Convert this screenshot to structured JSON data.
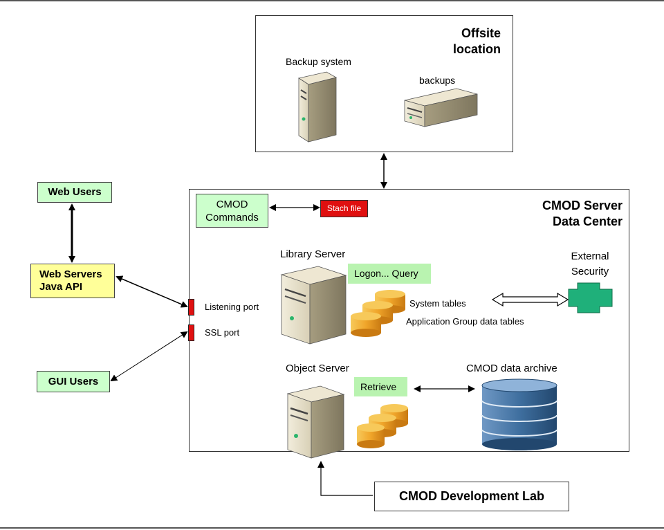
{
  "offsite": {
    "title_line1": "Offsite",
    "title_line2": "location",
    "backup_system": "Backup system",
    "backups": "backups"
  },
  "datacenter": {
    "title_line1": "CMOD Server",
    "title_line2": "Data Center"
  },
  "web_users": "Web Users",
  "web_servers": {
    "line1": "Web Servers",
    "line2": "Java API"
  },
  "gui_users": "GUI Users",
  "cmod_commands": {
    "line1": "CMOD",
    "line2": "Commands"
  },
  "stash_file": "Stach file",
  "library_server": {
    "title": "Library Server",
    "function": "Logon... Query",
    "tables1": "System tables",
    "tables2": "Application Group data tables"
  },
  "external_security": {
    "line1": "External",
    "line2": "Security"
  },
  "ports": {
    "listening": "Listening port",
    "ssl": "SSL port"
  },
  "object_server": {
    "title": "Object Server",
    "function": "Retrieve"
  },
  "archive": "CMOD data archive",
  "dev_lab": "CMOD Development Lab",
  "colors": {
    "green_box": "#ccffcc",
    "yellow_box": "#ffff99",
    "red_box": "#e01010",
    "security": "#1fb07a",
    "cylinder_gold": "#f0a52a",
    "archive_blue": "#2f5f8f"
  }
}
